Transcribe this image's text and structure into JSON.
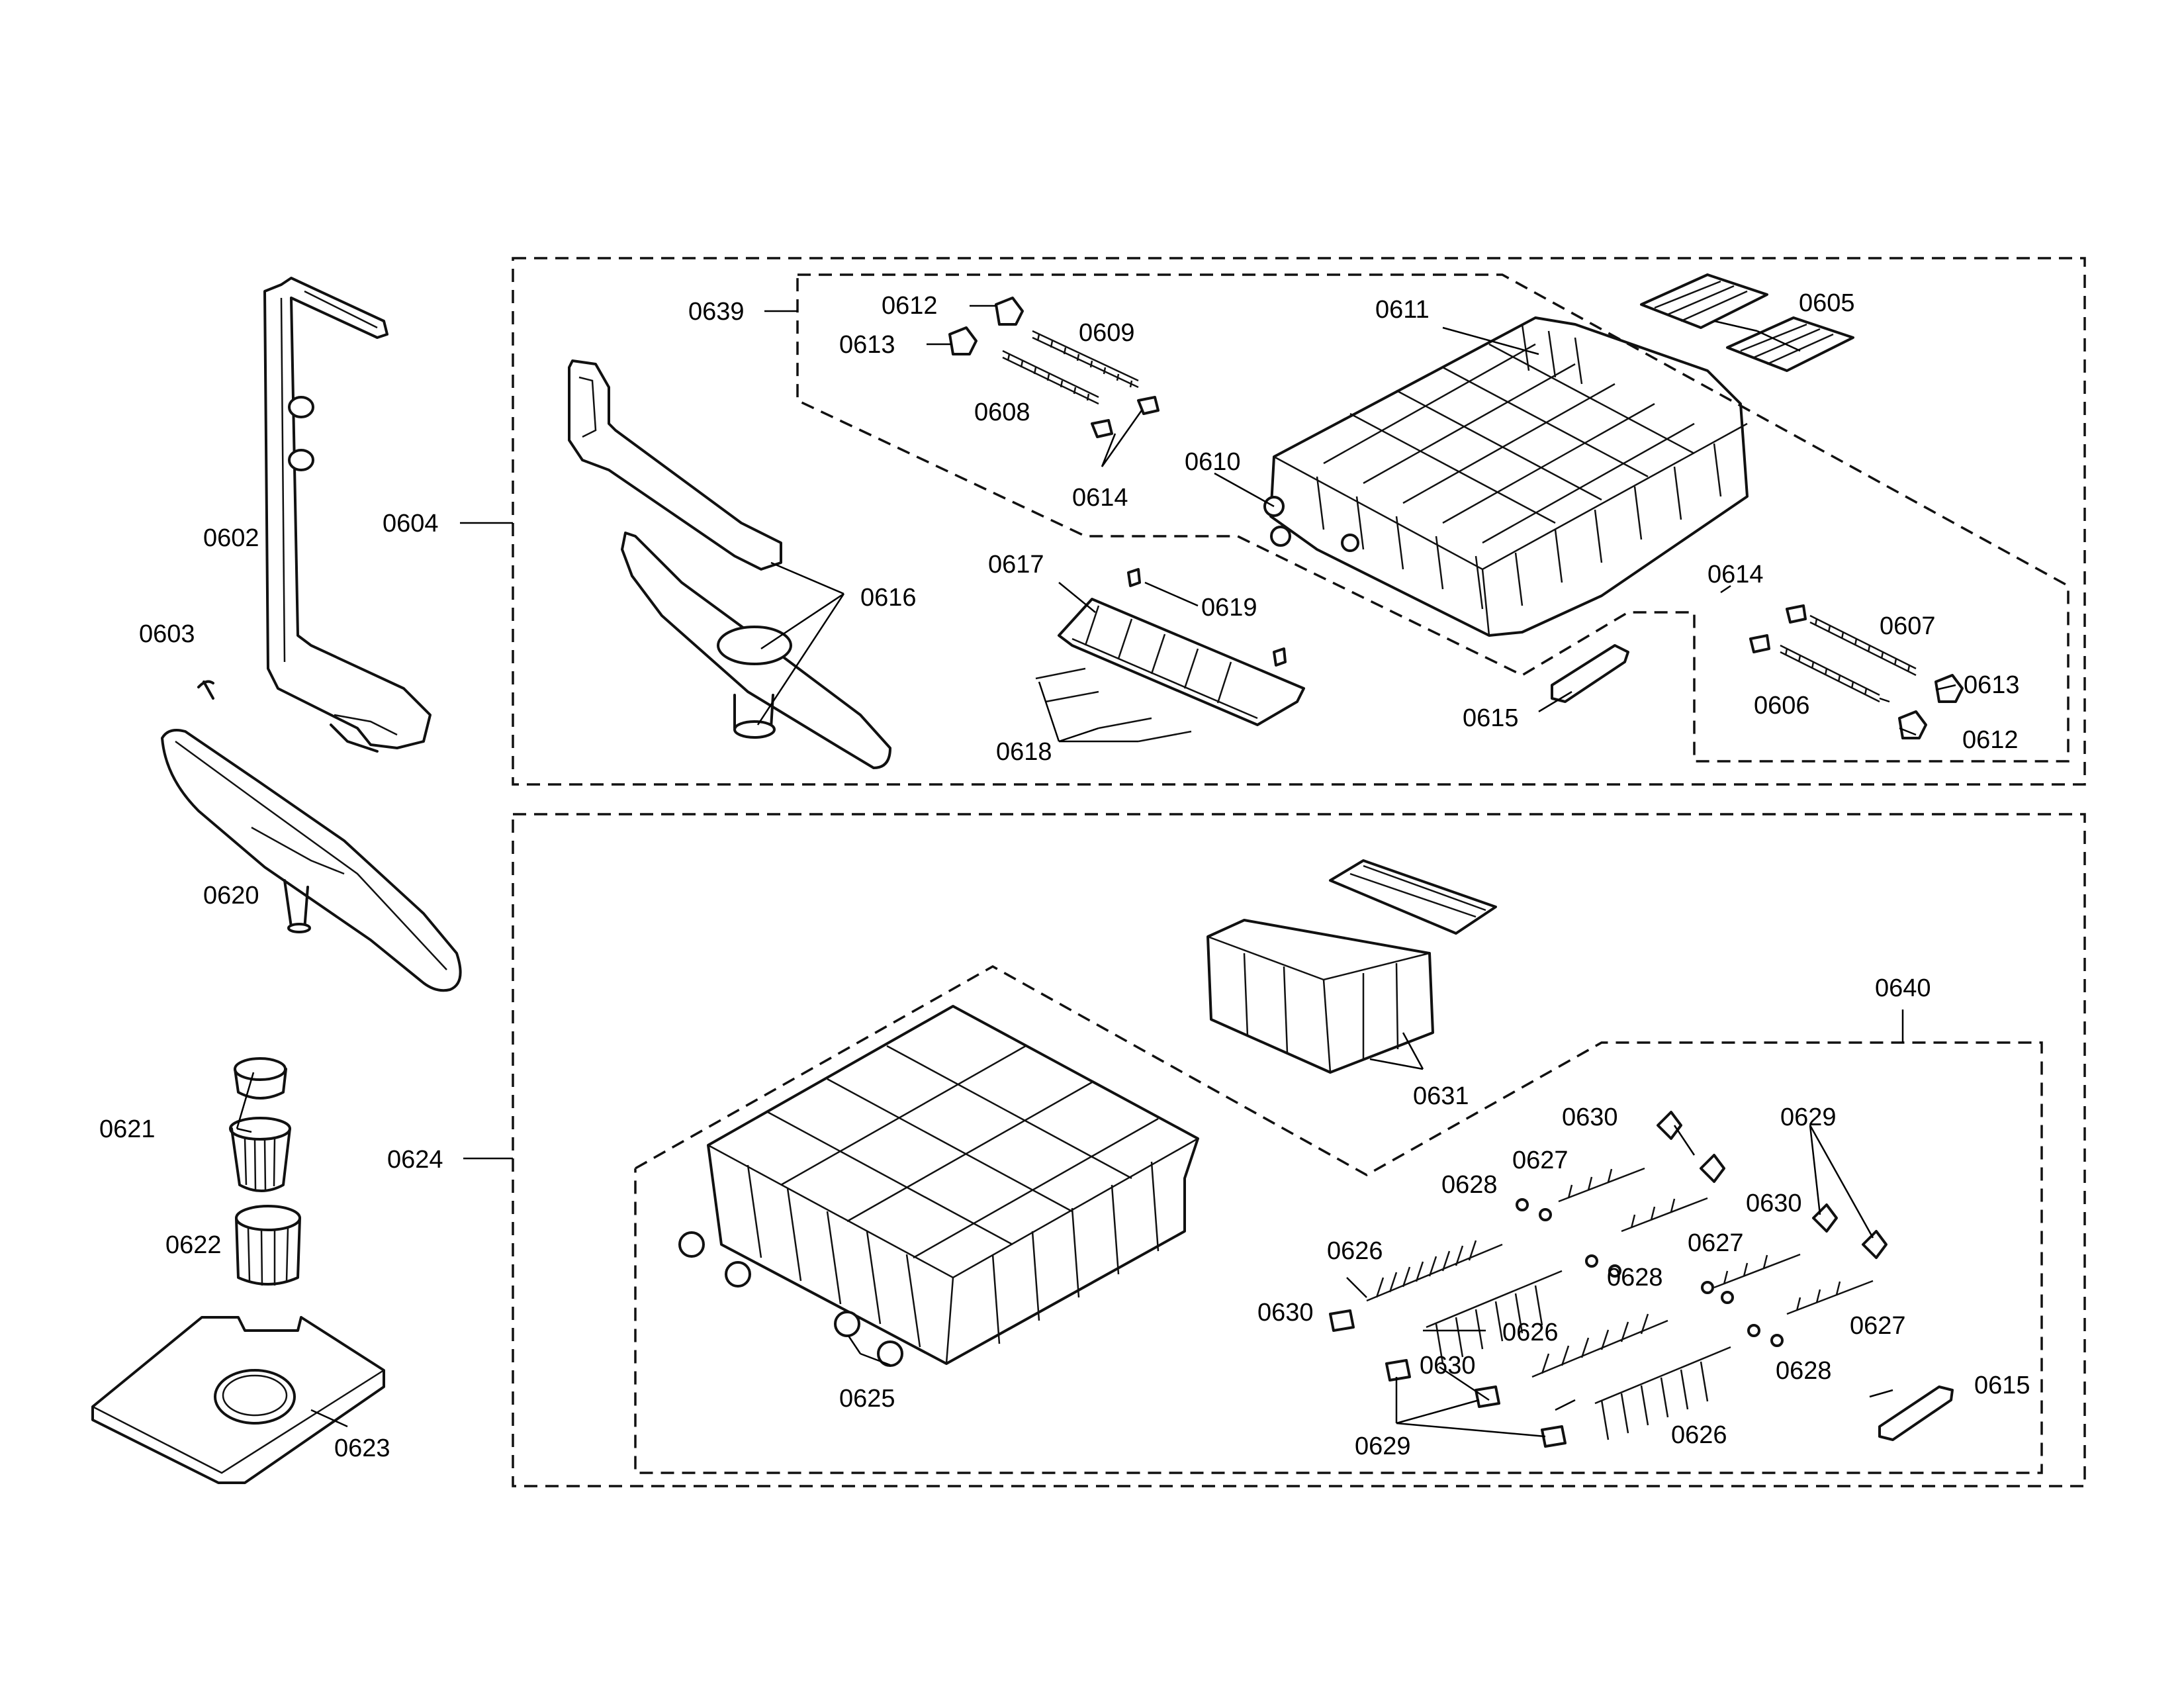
{
  "labels": {
    "p0602": "0602",
    "p0603": "0603",
    "p0604": "0604",
    "p0605": "0605",
    "p0606": "0606",
    "p0607": "0607",
    "p0608": "0608",
    "p0609": "0609",
    "p0610": "0610",
    "p0611": "0611",
    "p0612a": "0612",
    "p0612b": "0612",
    "p0613a": "0613",
    "p0613b": "0613",
    "p0614a": "0614",
    "p0614b": "0614",
    "p0615a": "0615",
    "p0615b": "0615",
    "p0616": "0616",
    "p0617": "0617",
    "p0618": "0618",
    "p0619": "0619",
    "p0620": "0620",
    "p0621": "0621",
    "p0622": "0622",
    "p0623": "0623",
    "p0624": "0624",
    "p0625": "0625",
    "p0626a": "0626",
    "p0626b": "0626",
    "p0626c": "0626",
    "p0627a": "0627",
    "p0627b": "0627",
    "p0627c": "0627",
    "p0628a": "0628",
    "p0628b": "0628",
    "p0628c": "0628",
    "p0629a": "0629",
    "p0629b": "0629",
    "p0630a": "0630",
    "p0630b": "0630",
    "p0630c": "0630",
    "p0630d": "0630",
    "p0631": "0631",
    "p0639": "0639",
    "p0640": "0640"
  }
}
